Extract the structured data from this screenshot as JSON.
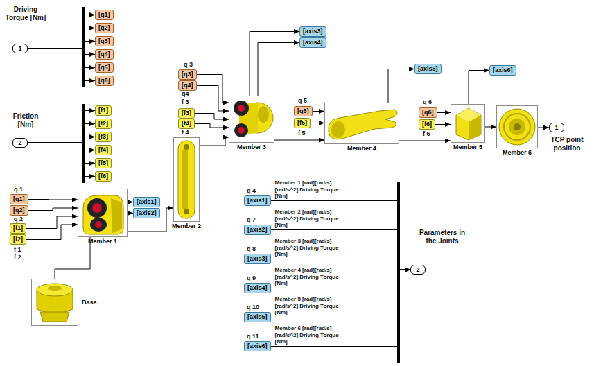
{
  "diagram": {
    "nodes": [
      {
        "text": [
          "1"
        ]
      },
      {
        "text": [
          "2"
        ]
      },
      {
        "text": [
          "[q1]"
        ]
      },
      {
        "text": [
          "[q2]"
        ]
      },
      {
        "text": [
          "[q3]"
        ]
      },
      {
        "text": [
          "[q4]"
        ]
      },
      {
        "text": [
          "[q5]"
        ]
      },
      {
        "text": [
          "[q6]"
        ]
      },
      {
        "text": [
          "[f1]"
        ]
      },
      {
        "text": [
          "[f2]"
        ]
      },
      {
        "text": [
          "[f3]"
        ]
      },
      {
        "text": [
          "[f4]"
        ]
      },
      {
        "text": [
          "[f5]"
        ]
      },
      {
        "text": [
          "[f6]"
        ]
      },
      {
        "text": [
          "[q1]"
        ]
      },
      {
        "text": [
          "[q2]"
        ]
      },
      {
        "text": [
          "[f1]"
        ]
      },
      {
        "text": [
          "[f2]"
        ]
      },
      {
        "text": [
          "Member 1"
        ]
      },
      {
        "text": [
          "Base"
        ]
      },
      {
        "text": [
          "[axis1]"
        ]
      },
      {
        "text": [
          "[axis2]"
        ]
      },
      {
        "text": [
          "Member 2"
        ]
      },
      {
        "text": [
          "[q3]"
        ]
      },
      {
        "text": [
          "[q4]"
        ]
      },
      {
        "text": [
          "[f3]"
        ]
      },
      {
        "text": [
          "[f4]"
        ]
      },
      {
        "text": [
          "Member 3"
        ]
      },
      {
        "text": [
          "[axis3]"
        ]
      },
      {
        "text": [
          "[axis4]"
        ]
      },
      {
        "text": [
          "[q5]"
        ]
      },
      {
        "text": [
          "[f5]"
        ]
      },
      {
        "text": [
          "Member 4"
        ]
      },
      {
        "text": [
          "[axis5]"
        ]
      },
      {
        "text": [
          "[q6]"
        ]
      },
      {
        "text": [
          "[f6]"
        ]
      },
      {
        "text": [
          "Member 5"
        ]
      },
      {
        "text": [
          "[axis6]"
        ]
      },
      {
        "text": [
          "Member 6"
        ]
      },
      {
        "text": [
          "1"
        ]
      },
      {
        "text": [
          "[axis1]"
        ]
      },
      {
        "text": [
          "[axis2]"
        ]
      },
      {
        "text": [
          "[axis3]"
        ]
      },
      {
        "text": [
          "[axis4]"
        ]
      },
      {
        "text": [
          "[axis5]"
        ]
      },
      {
        "text": [
          "[axis6]"
        ]
      },
      {
        "text": [
          "2"
        ]
      }
    ],
    "edges": [
      {
        "from": 0,
        "to": 2,
        "arrow": "to"
      },
      {
        "from": 0,
        "to": 3,
        "arrow": "to"
      },
      {
        "from": 0,
        "to": 4,
        "arrow": "to"
      },
      {
        "from": 0,
        "to": 5,
        "arrow": "to"
      },
      {
        "from": 0,
        "to": 6,
        "arrow": "to"
      },
      {
        "from": 0,
        "to": 7,
        "arrow": "to"
      },
      {
        "from": 1,
        "to": 8,
        "arrow": "to"
      },
      {
        "from": 1,
        "to": 9,
        "arrow": "to"
      },
      {
        "from": 1,
        "to": 10,
        "arrow": "to"
      },
      {
        "from": 1,
        "to": 11,
        "arrow": "to"
      },
      {
        "from": 1,
        "to": 12,
        "arrow": "to"
      },
      {
        "from": 1,
        "to": 13,
        "arrow": "to"
      },
      {
        "from": 14,
        "to": 18,
        "arrow": "to"
      },
      {
        "from": 15,
        "to": 18,
        "arrow": "to"
      },
      {
        "from": 16,
        "to": 18,
        "arrow": "to"
      },
      {
        "from": 17,
        "to": 18,
        "arrow": "to"
      },
      {
        "from": 18,
        "to": 19,
        "arrow": "none"
      },
      {
        "from": 18,
        "to": 20,
        "arrow": "to"
      },
      {
        "from": 18,
        "to": 21,
        "arrow": "to"
      },
      {
        "from": 18,
        "to": 22,
        "arrow": "to"
      },
      {
        "from": 22,
        "to": 27,
        "arrow": "to"
      },
      {
        "from": 23,
        "to": 27,
        "arrow": "to"
      },
      {
        "from": 24,
        "to": 27,
        "arrow": "to"
      },
      {
        "from": 25,
        "to": 27,
        "arrow": "to"
      },
      {
        "from": 26,
        "to": 27,
        "arrow": "to"
      },
      {
        "from": 27,
        "to": 28,
        "arrow": "to"
      },
      {
        "from": 27,
        "to": 29,
        "arrow": "to"
      },
      {
        "from": 27,
        "to": 32,
        "arrow": "to"
      },
      {
        "from": 30,
        "to": 32,
        "arrow": "to"
      },
      {
        "from": 31,
        "to": 32,
        "arrow": "to"
      },
      {
        "from": 32,
        "to": 33,
        "arrow": "to"
      },
      {
        "from": 32,
        "to": 36,
        "arrow": "to"
      },
      {
        "from": 34,
        "to": 36,
        "arrow": "to"
      },
      {
        "from": 35,
        "to": 36,
        "arrow": "to"
      },
      {
        "from": 36,
        "to": 37,
        "arrow": "to"
      },
      {
        "from": 36,
        "to": 38,
        "arrow": "to"
      },
      {
        "from": 38,
        "to": 39,
        "arrow": "to"
      },
      {
        "from": 40,
        "to": 46,
        "arrow": "to",
        "label": "Member 1 [rad][rad/s][rad/s^2] Driving Torque [Nm]"
      },
      {
        "from": 41,
        "to": 46,
        "arrow": "to",
        "label": "Member 2 [rad][rad/s][rad/s^2] Driving Torque [Nm]"
      },
      {
        "from": 42,
        "to": 46,
        "arrow": "to",
        "label": "Member 3 [rad][rad/s][rad/s^2] Driving Torque [Nm]"
      },
      {
        "from": 43,
        "to": 46,
        "arrow": "to",
        "label": "Member 4 [rad][rad/s][rad/s^2] Driving Torque [Nm]"
      },
      {
        "from": 44,
        "to": 46,
        "arrow": "to",
        "label": "Member 5 [rad][rad/s][rad/s^2] Driving Torque [Nm]"
      },
      {
        "from": 45,
        "to": 46,
        "arrow": "to",
        "label": "Member 6 [rad][rad/s][rad/s^2] Driving Torque [Nm]"
      }
    ],
    "labels": [
      "Driving Torque [Nm]",
      "Friction [Nm]",
      "q 1",
      "q 2",
      "f 1",
      "f 2",
      "q 3",
      "q4",
      "f 3",
      "f 4",
      "q 5",
      "f 5",
      "q 6",
      "f 6",
      "TCP point position",
      "q 4",
      "q 7",
      "q 8",
      "q 9",
      "q 10",
      "q 11",
      "Parameters in the Joints"
    ]
  }
}
